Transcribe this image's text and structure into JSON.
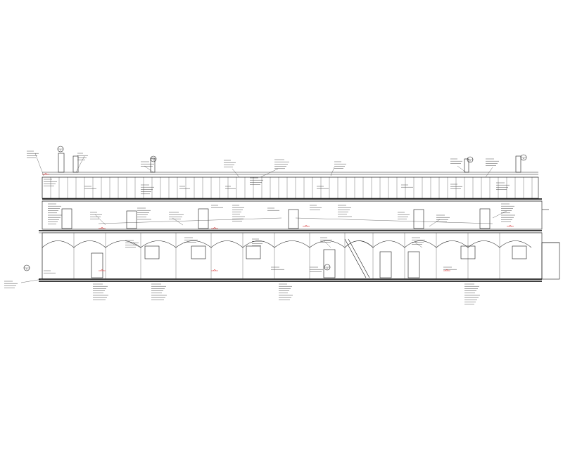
{
  "drawing": {
    "type": "building-section-elevation",
    "section_labels": [
      "1",
      "2",
      "3",
      "4",
      "5",
      "6"
    ],
    "colors": {
      "line": "#1a1a1a",
      "annotation_red": "#d62020",
      "background": "#ffffff"
    }
  }
}
